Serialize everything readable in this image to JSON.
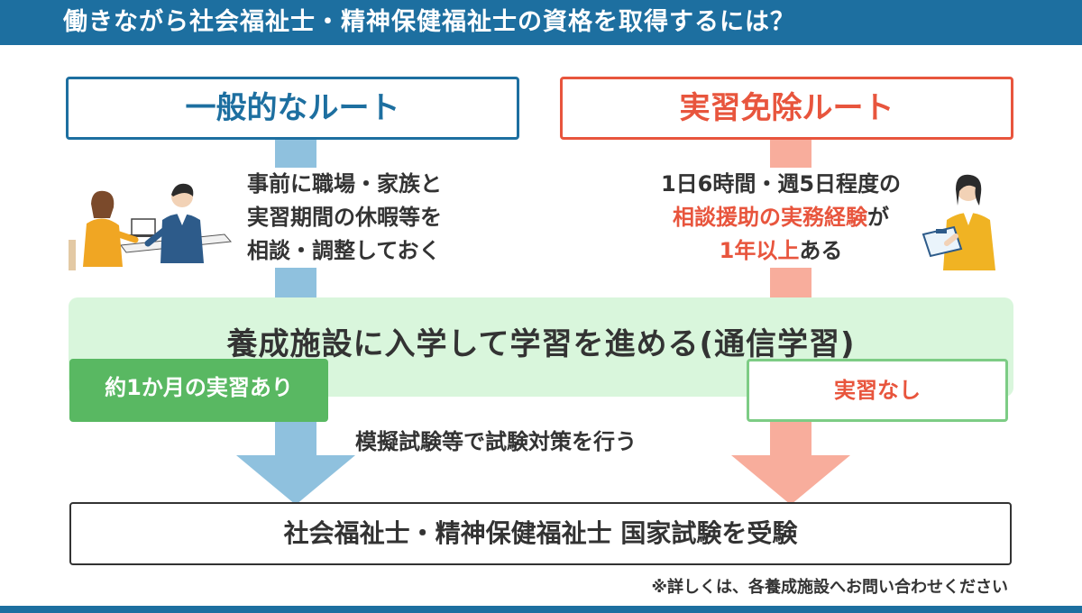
{
  "header": {
    "title": "働きながら社会福祉士・精神保健福祉士の資格を取得するには？"
  },
  "routes": {
    "general": {
      "label": "一般的なルート",
      "color": "#1d6fa0"
    },
    "exempt": {
      "label": "実習免除ルート",
      "color": "#e8553d"
    }
  },
  "general_desc": {
    "line1": "事前に職場・家族と",
    "line2": "実習期間の休暇等を",
    "line3": "相談・調整しておく"
  },
  "exempt_desc": {
    "line1": "1日6時間・週5日程度の",
    "line2_highlight": "相談援助の実務経験",
    "line2_tail": "が",
    "line3_highlight": "1年以上",
    "line3_tail": "ある"
  },
  "study_band": {
    "text": "養成施設に入学して学習を進める(通信学習)"
  },
  "tags": {
    "with_practicum": "約1か月の実習あり",
    "no_practicum": "実習なし"
  },
  "mock_exam": "模擬試験等で試験対策を行う",
  "final_exam": "社会福祉士・精神保健福祉士 国家試験を受験",
  "footnote": "※詳しくは、各養成施設へお問い合わせください",
  "icons": {
    "left": "consultation-people-icon",
    "right": "clipboard-worker-icon"
  }
}
